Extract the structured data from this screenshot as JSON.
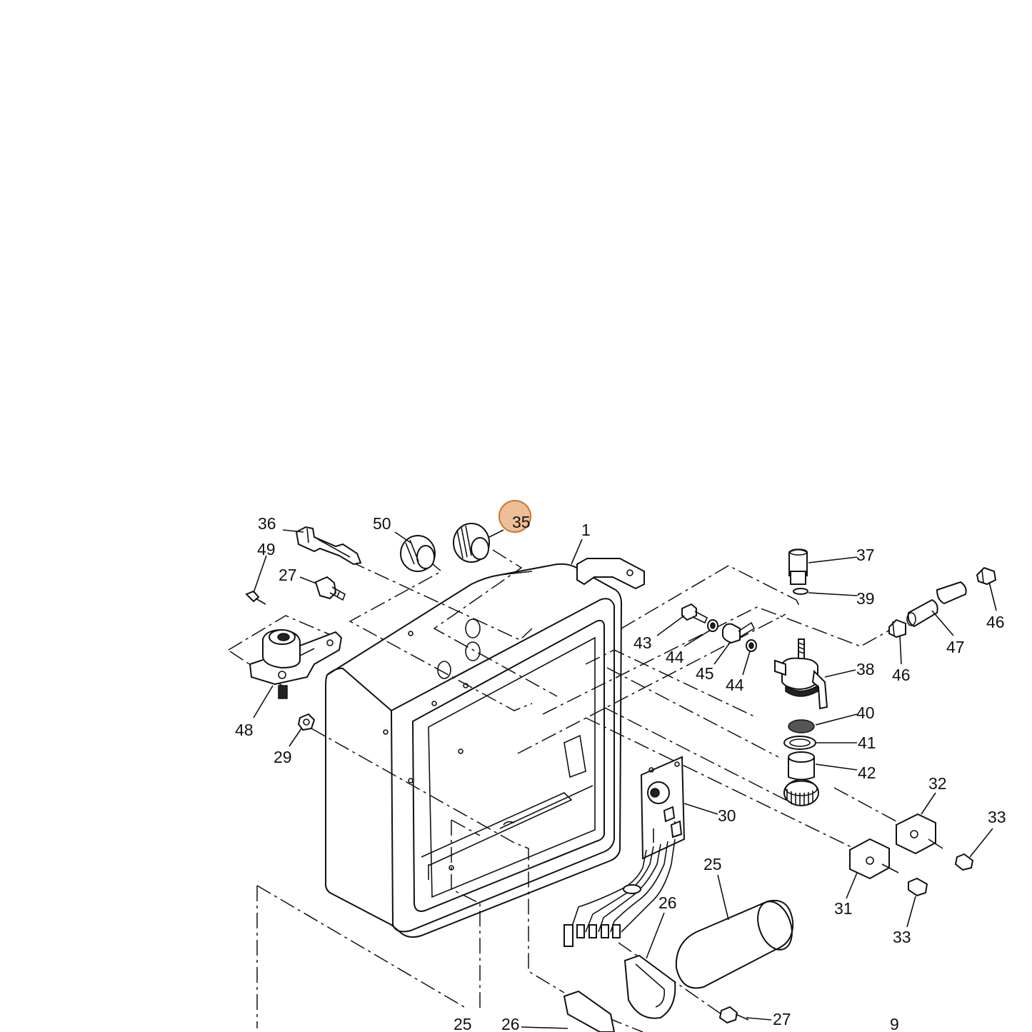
{
  "labels": {
    "p1": "1",
    "p9": "9",
    "p25a": "25",
    "p25b": "25",
    "p26a": "26",
    "p26b": "26",
    "p27a": "27",
    "p27b": "27",
    "p29": "29",
    "p30": "30",
    "p31": "31",
    "p32": "32",
    "p33a": "33",
    "p33b": "33",
    "p35": "35",
    "p36": "36",
    "p37": "37",
    "p38": "38",
    "p39": "39",
    "p40": "40",
    "p41": "41",
    "p42": "42",
    "p43": "43",
    "p44a": "44",
    "p44b": "44",
    "p45": "45",
    "p46a": "46",
    "p46b": "46",
    "p47": "47",
    "p48": "48",
    "p49": "49",
    "p50": "50"
  },
  "highlight": {
    "label": "35",
    "color": "#e8a877",
    "stroke": "#c8782e"
  }
}
